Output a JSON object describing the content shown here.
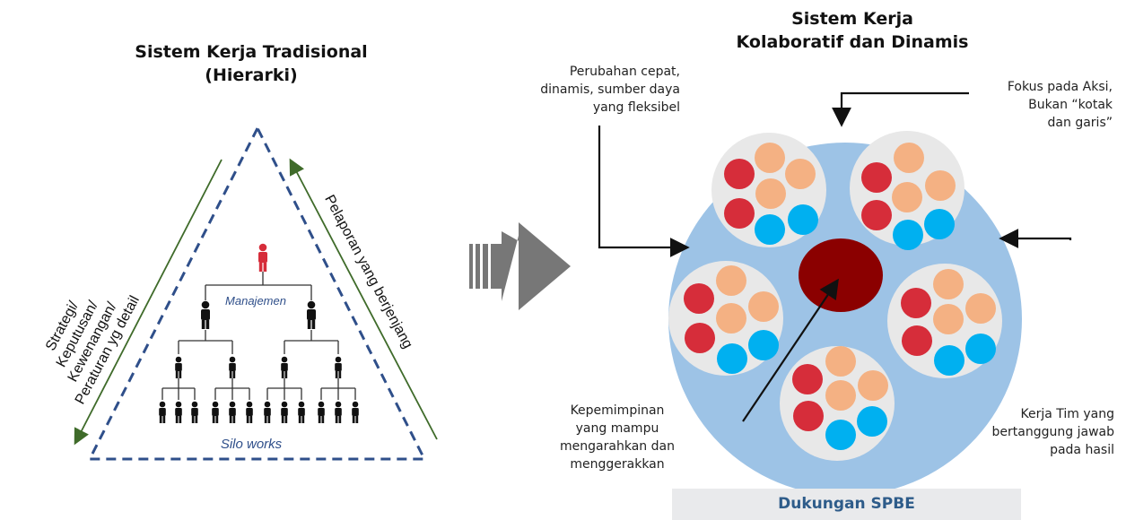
{
  "left": {
    "title_line1": "Sistem Kerja Tradisional",
    "title_line2": "(Hierarki)",
    "left_side_label": [
      "Strategi/",
      "Keputusan/",
      "Kewenangan/",
      "Peraturan yg detail"
    ],
    "right_side_label": "Pelaporan yang berjenjang",
    "management_label": "Manajemen",
    "silo_label": "Silo works"
  },
  "right": {
    "title_line1": "Sistem Kerja",
    "title_line2": "Kolaboratif dan Dinamis",
    "note_change": [
      "Perubahan cepat,",
      "dinamis, sumber daya",
      "yang fleksibel"
    ],
    "note_focus": [
      "Fokus pada Aksi,",
      "Bukan “kotak",
      "dan garis”"
    ],
    "note_leadership": [
      "Kepemimpinan",
      "yang mampu",
      "mengarahkan dan",
      "menggerakkan"
    ],
    "note_team": [
      "Kerja Tim yang",
      "bertanggung jawab",
      "pada hasil"
    ],
    "footer": "Dukungan SPBE"
  },
  "colors": {
    "big_circle": "#9dc3e6",
    "cluster_bg": "#e8e8e8",
    "center_circle": "#8b0000",
    "red_dot": "#d62d3a",
    "peach_dot": "#f4b183",
    "blue_dot": "#00b0f0",
    "triangle_dash": "#2f4f8a",
    "side_arrows": "#3f6b2a",
    "hierarchy_top": "#d62d3a",
    "footer_text": "#2e5c8a"
  }
}
